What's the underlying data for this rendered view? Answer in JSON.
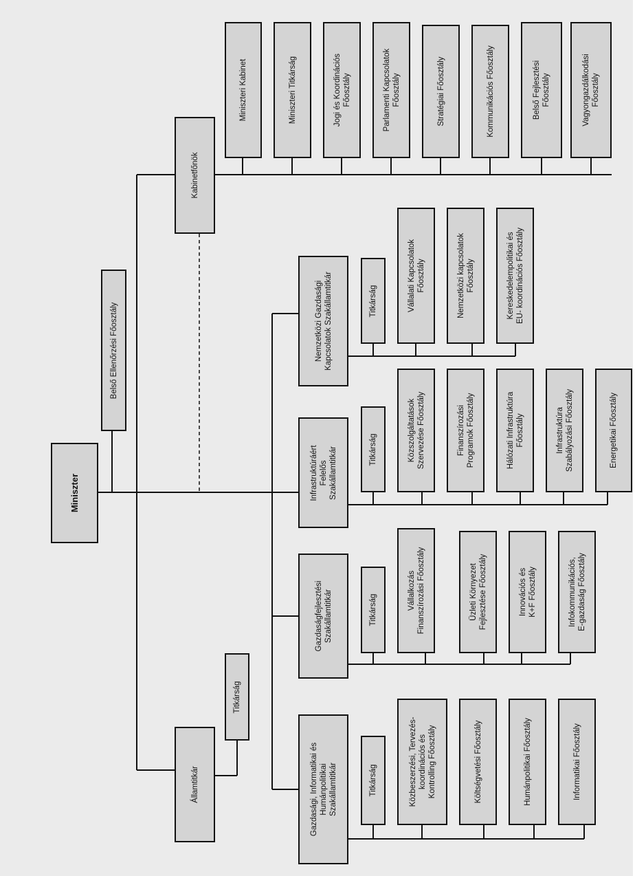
{
  "nodes": {
    "minister": "Miniszter",
    "internal_audit": "Belső Ellenőrzési Főosztály",
    "chief_of_cabinet": "Kabinetfőnök",
    "state_secretary": "Államtitkár",
    "state_secretary_secretariat": "Titkárság",
    "cabinet_units": [
      "Miniszteri Kabinet",
      "Miniszteri Titkárság",
      "Jogi és Koordinációs\nFőosztály",
      "Parlamenti Kapcsolatok\nFőosztály",
      "Stratégiai Főosztály",
      "Kommunikációs Főosztály",
      "Belső Fejlesztési\nFőosztály",
      "Vagyongazdálkodási\nFőosztály"
    ],
    "deputy_international": {
      "title": "Nemzetközi Gazdasági\nKapcsolatok Szakállamtitkár",
      "units": [
        "Titkárság",
        "Vállalati Kapcsolatok\nFőosztály",
        "Nemzetközi kapcsolatok\nFőosztály",
        "Kereskedelempolitikai és\nEU- koordinációs Főosztály"
      ]
    },
    "deputy_infrastructure": {
      "title": "Infrastruktúráért\nFelelős\nSzakállamtitkár",
      "units": [
        "Titkárság",
        "Közszolgáltatások\nSzervezése Főosztály",
        "Finanszírozási\nProgramok Főosztály",
        "Hálózati Infrastruktúra\nFőosztály",
        "Infrastruktúra\nSzabályozási Főosztály",
        "Energetikai Főosztály"
      ]
    },
    "deputy_economic_development": {
      "title": "Gazdaságfejlesztési\nSzakállamtitkár",
      "units": [
        "Titkárság",
        "Vállalkozás\nFinanszírozási Főosztály",
        "Üzleti Környezet\nFejlesztése Főosztály",
        "Innovációs és\nK+F Főosztály",
        "Infokommunikációs,\nE-gazdaság Főosztály"
      ]
    },
    "deputy_economic_hr": {
      "title": "Gazdasági, Informatikai és\nHumánpolitikai\nSzakállamtitkár",
      "units": [
        "Titkárság",
        "Közbeszerzési, Tervezés-\nkoordinációs és\nKontrolling Főosztály",
        "Költségvetési Főosztály",
        "Humánpolitikai Főosztály",
        "Informatikai Főosztály"
      ]
    }
  }
}
